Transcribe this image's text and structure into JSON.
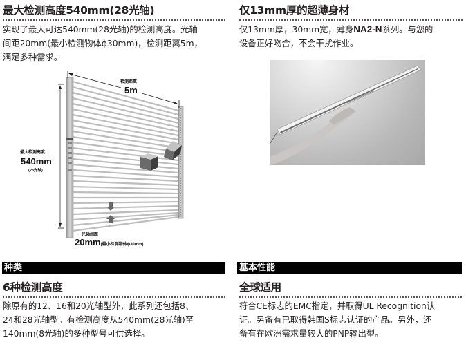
{
  "sections": {
    "top_left": {
      "title": "最大检测高度540mm(28光轴)",
      "lines": [
        "实现了最大可达540mm(28光轴)的检测高度。光轴",
        "间距20mm(最小检测物体ϕ30mm)，检测距离5m，",
        "满足多种需求。"
      ]
    },
    "top_right": {
      "title": "仅13mm厚的超薄身材",
      "line1_pre": "仅13mm厚，30mm宽，薄身",
      "line1_bold": "NA2-N",
      "line1_post": "系列。与您的",
      "line2": "设备正好吻合，不会干扰作业。",
      "photo_alt": "hand-holding-thin-light-curtain-photo"
    },
    "bottom_left": {
      "bar_label": "种类",
      "title": "6种检测高度",
      "lines": [
        "除原有的12、16和20光轴型外，此系列还包括8、",
        "24和28光轴型。有检测高度从540mm(28光轴)至",
        "140mm(8光轴)的多种型号可供选择。"
      ]
    },
    "bottom_right": {
      "bar_label": "基本性能",
      "title": "全球适用",
      "lines": [
        "符合CE标志的EMC指定，并取得UL Recognition认",
        "证。另备有已取得韩国S标志认证的产品。另外，还",
        "备有在欧洲需求量较大的PNP输出型。"
      ]
    }
  },
  "diagram": {
    "distance_label": "检测距离",
    "distance_value": "5m",
    "height_label": "最大检测高度",
    "height_value": "540mm",
    "height_note": "(28光轴)",
    "pitch_label": "光轴间距",
    "pitch_value": "20mm",
    "pitch_note": "(最小检测物体ϕ30mm)",
    "beam_count": 28
  },
  "colors": {
    "text": "#231f20",
    "bar_bg": "#000000",
    "bar_text": "#ffffff",
    "dotted_rule": "#555555"
  }
}
